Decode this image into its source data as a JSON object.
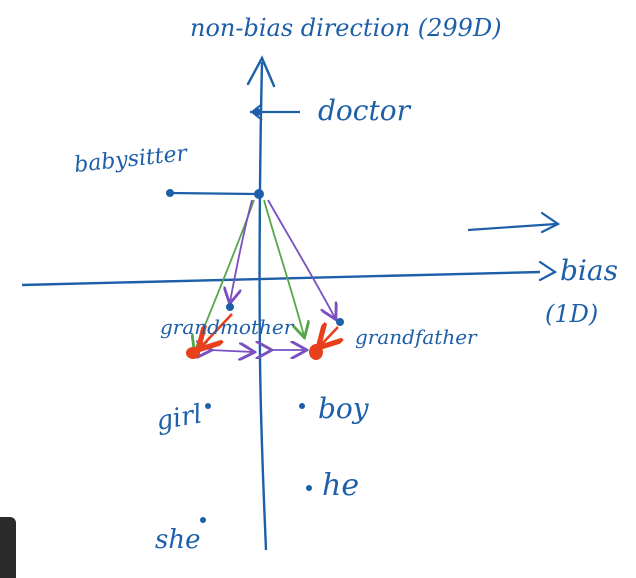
{
  "colors": {
    "ink": "#1d5fa8",
    "green": "#55a64a",
    "purple": "#7a4fc0",
    "red": "#e8401c"
  },
  "labels": {
    "y_axis": "non-bias direction (299D)",
    "x_axis_line1": "bias",
    "x_axis_line2": "(1D)",
    "doctor": "doctor",
    "babysitter": "babysitter",
    "grandmother": "grandmother",
    "grandfather": "grandfather",
    "girl": "girl",
    "boy": "boy",
    "he": "he",
    "she": "she"
  }
}
